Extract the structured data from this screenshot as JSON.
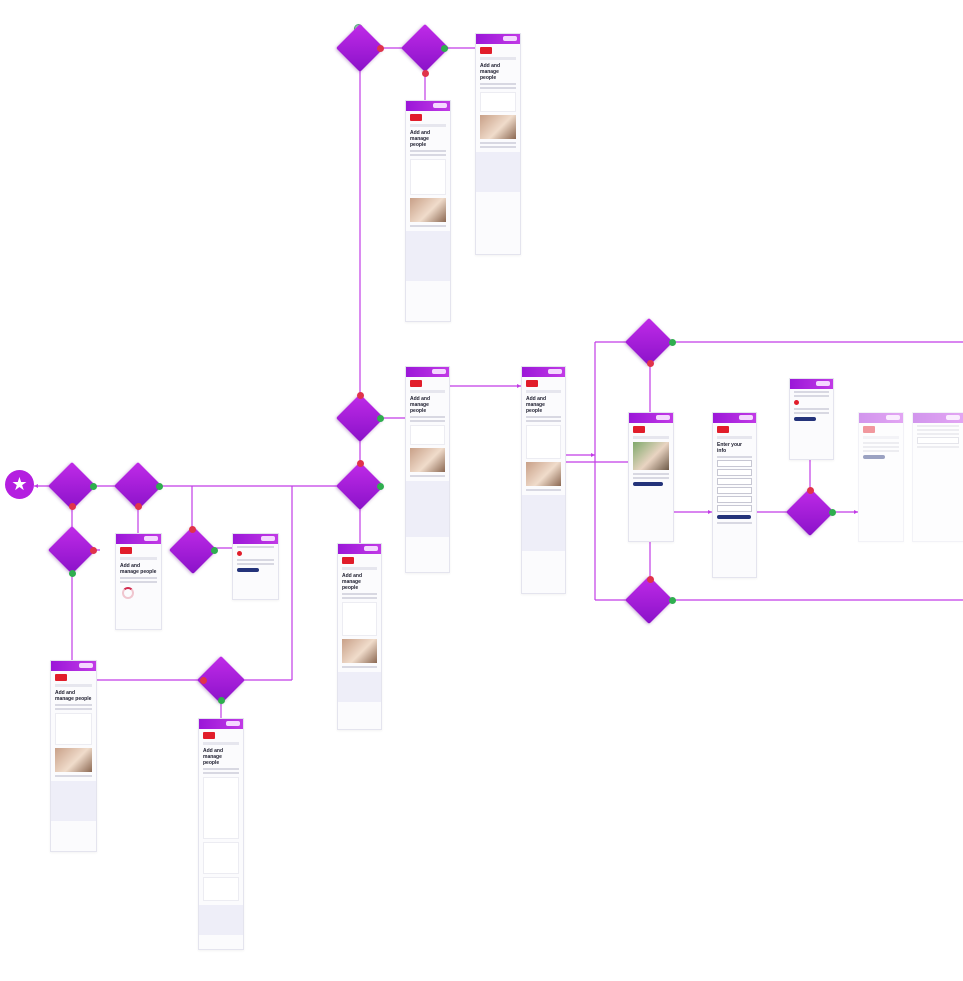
{
  "flow": {
    "start_icon": "star-icon",
    "decisions": [
      {
        "id": "d1",
        "label": ""
      },
      {
        "id": "d2",
        "label": ""
      },
      {
        "id": "d3",
        "label": ""
      },
      {
        "id": "d4",
        "label": ""
      },
      {
        "id": "d5",
        "label": ""
      },
      {
        "id": "d6",
        "label": ""
      },
      {
        "id": "d7",
        "label": ""
      },
      {
        "id": "d8",
        "label": ""
      },
      {
        "id": "d9",
        "label": ""
      },
      {
        "id": "d10",
        "label": ""
      },
      {
        "id": "d11",
        "label": ""
      },
      {
        "id": "d12",
        "label": ""
      },
      {
        "id": "d13",
        "label": ""
      }
    ],
    "screens": {
      "s_top1": {
        "heading": "Add and manage people"
      },
      "s_top2": {
        "heading": "Add and manage people"
      },
      "s_mid1": {
        "heading": "Add and manage people"
      },
      "s_mid2": {
        "heading": "Add and manage people"
      },
      "s_load": {
        "heading": "Add and manage people"
      },
      "s_err": {
        "heading": ""
      },
      "s_center": {
        "heading": "Add and manage people"
      },
      "s_left": {
        "heading": "Add and manage people"
      },
      "s_bottom": {
        "heading": "Add and manage people"
      },
      "s_info": {
        "heading": ""
      },
      "s_form": {
        "heading": "Enter your info"
      },
      "s_msg": {
        "heading": ""
      },
      "s_r1": {
        "heading": ""
      },
      "s_r2": {
        "heading": ""
      }
    }
  },
  "colors": {
    "node": "#a31fd9",
    "connector": "#c23ce6",
    "yes": "#2fae4f",
    "no": "#e0334a",
    "banner": "#9b17d8",
    "brand": "#e11d2a"
  }
}
